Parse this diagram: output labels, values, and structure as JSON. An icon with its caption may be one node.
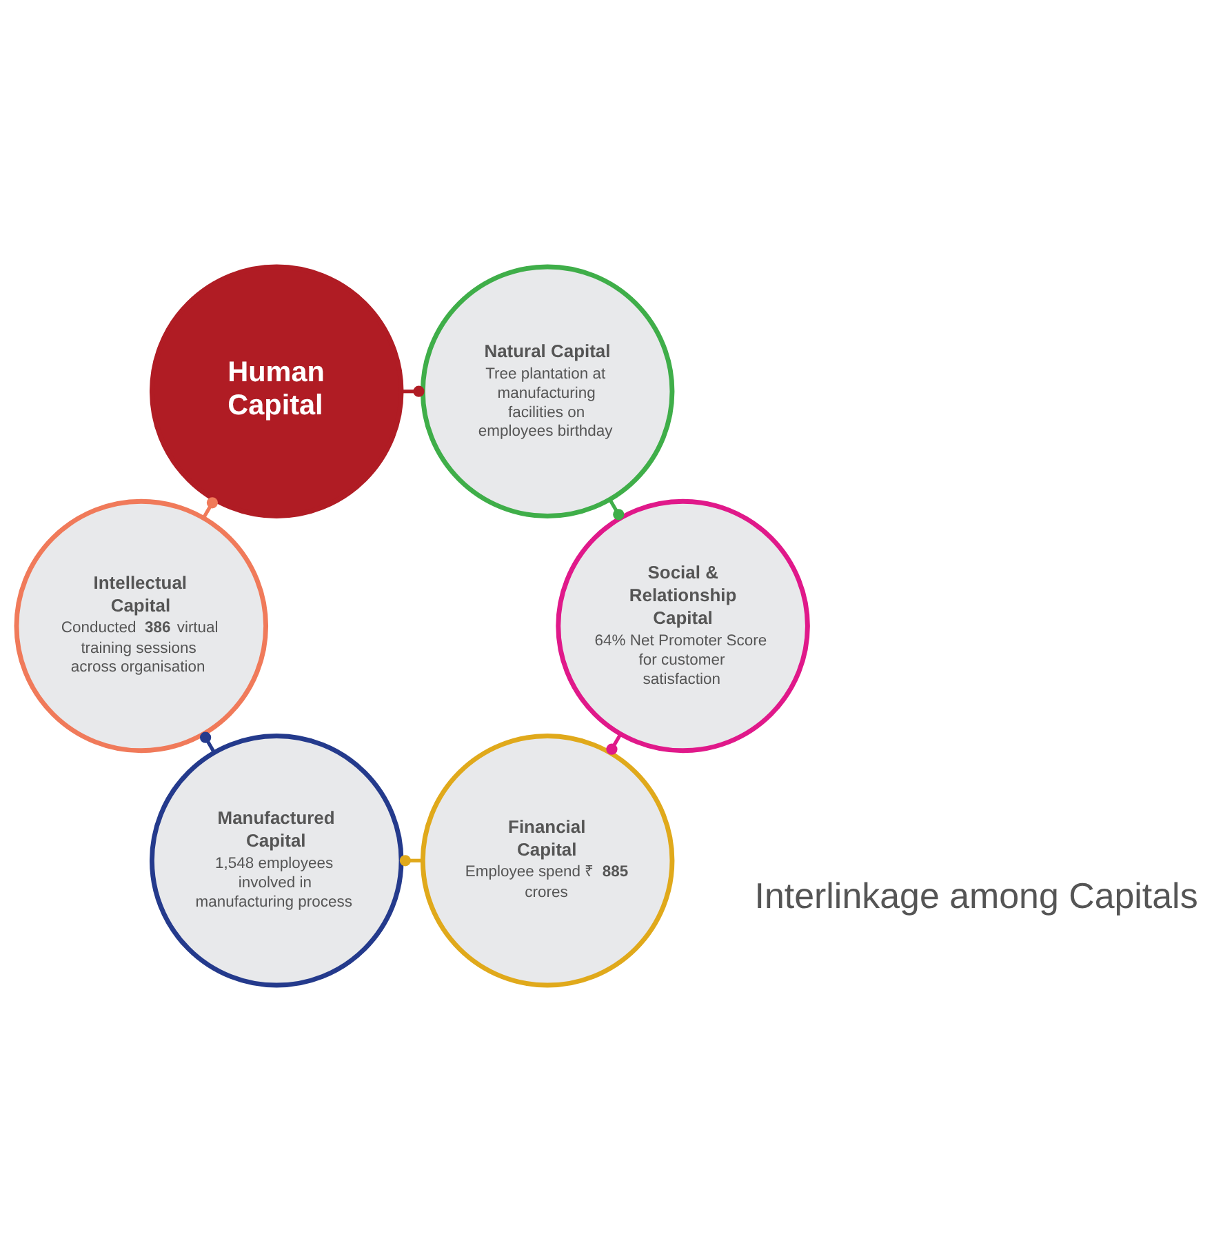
{
  "diagram": {
    "nodes": [
      {
        "text": [
          "Financial Capital",
          "Employee spend ₹ **885** crores"
        ]
      },
      {
        "text": [
          "Social & Relationship Capital",
          "64% Net Promoter Score for customer satisfaction"
        ]
      },
      {
        "text": [
          "Manufactured Capital",
          "1,548 employees involved in manufacturing process"
        ]
      },
      {
        "text": [
          "Natural Capital",
          "Tree plantation at manufacturing facilities on employees birthday"
        ]
      },
      {
        "text": [
          "Intellectual Capital",
          "Conducted **386** virtual training sessions across organisation"
        ]
      },
      {
        "text": [
          "Human Capital"
        ]
      }
    ],
    "edges": [
      {
        "from": 0,
        "to": 2,
        "arrow": "other",
        "color": "#e0a91b"
      },
      {
        "from": 2,
        "to": 4,
        "arrow": "other",
        "color": "#243a8c"
      },
      {
        "from": 4,
        "to": 5,
        "arrow": "other",
        "color": "#f07a5a"
      },
      {
        "from": 5,
        "to": 3,
        "arrow": "other",
        "color": "#b01c24"
      },
      {
        "from": 3,
        "to": 1,
        "arrow": "other",
        "color": "#3fae49"
      },
      {
        "from": 1,
        "to": 0,
        "arrow": "other",
        "color": "#e0198a"
      }
    ],
    "labels": [
      "Interlinkage among Capitals"
    ]
  }
}
